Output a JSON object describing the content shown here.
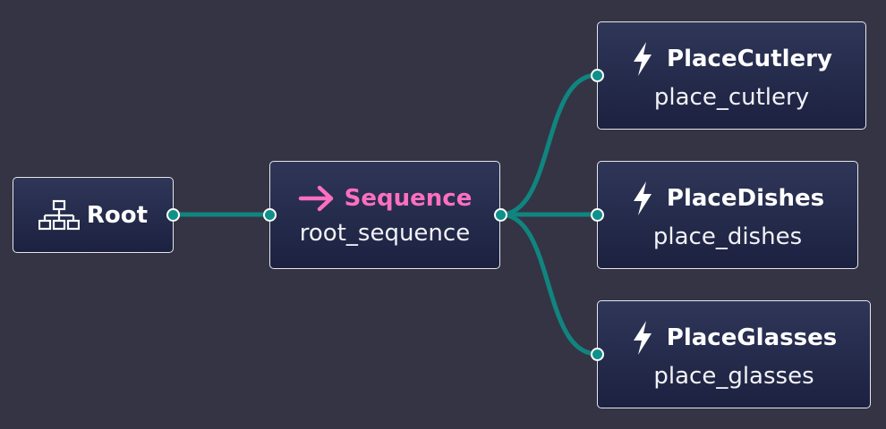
{
  "colors": {
    "background": "#353444",
    "edge": "#10857f",
    "port": "#10908a",
    "sequence_accent": "#ff6fc1"
  },
  "nodes": {
    "root": {
      "title": "Root",
      "icon": "hierarchy-icon"
    },
    "sequence": {
      "title": "Sequence",
      "subtitle": "root_sequence",
      "icon": "arrow-right-icon"
    },
    "actions": [
      {
        "title": "PlaceCutlery",
        "subtitle": "place_cutlery",
        "icon": "lightning-icon"
      },
      {
        "title": "PlaceDishes",
        "subtitle": "place_dishes",
        "icon": "lightning-icon"
      },
      {
        "title": "PlaceGlasses",
        "subtitle": "place_glasses",
        "icon": "lightning-icon"
      }
    ]
  }
}
